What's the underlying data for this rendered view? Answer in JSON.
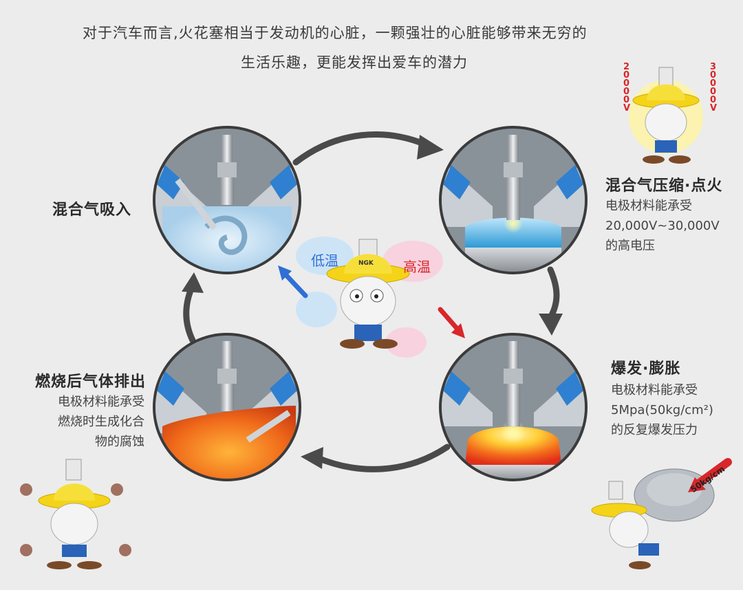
{
  "intro": {
    "line1": "对于汽车而言,火花塞相当于发动机的心脏，一颗强壮的心脏能够带来无穷的",
    "line2": "生活乐趣，更能发挥出爱车的潜力"
  },
  "center": {
    "low_temp": "低温",
    "high_temp": "高温",
    "mascot_brand": "NGK"
  },
  "stages": [
    {
      "title": "混合气吸入",
      "desc": []
    },
    {
      "title": "混合气压缩·点火",
      "desc": [
        "电极材料能承受",
        "20,000V~30,000V",
        "的高电压"
      ]
    },
    {
      "title": "爆发·膨胀",
      "desc": [
        "电极材料能承受",
        "5Mpa(50kg/cm²)",
        "的反复爆发压力"
      ]
    },
    {
      "title": "燃烧后气体排出",
      "desc": [
        "电极材料能承受",
        "燃烧时生成化合",
        "物的腐蚀"
      ]
    }
  ],
  "badges": {
    "v20000": "20000V",
    "v30000": "30000V",
    "pressure": "50kg/cm"
  },
  "colors": {
    "arrow": "#4a4a4a",
    "blue_arrow": "#2f6fd6",
    "red_arrow": "#d9262a",
    "mixture": "#cfe6f5",
    "compress": "#58b6e8",
    "explode": "#f25a1e",
    "exhaust": "#f06a1a",
    "hat": "#f4d319"
  }
}
